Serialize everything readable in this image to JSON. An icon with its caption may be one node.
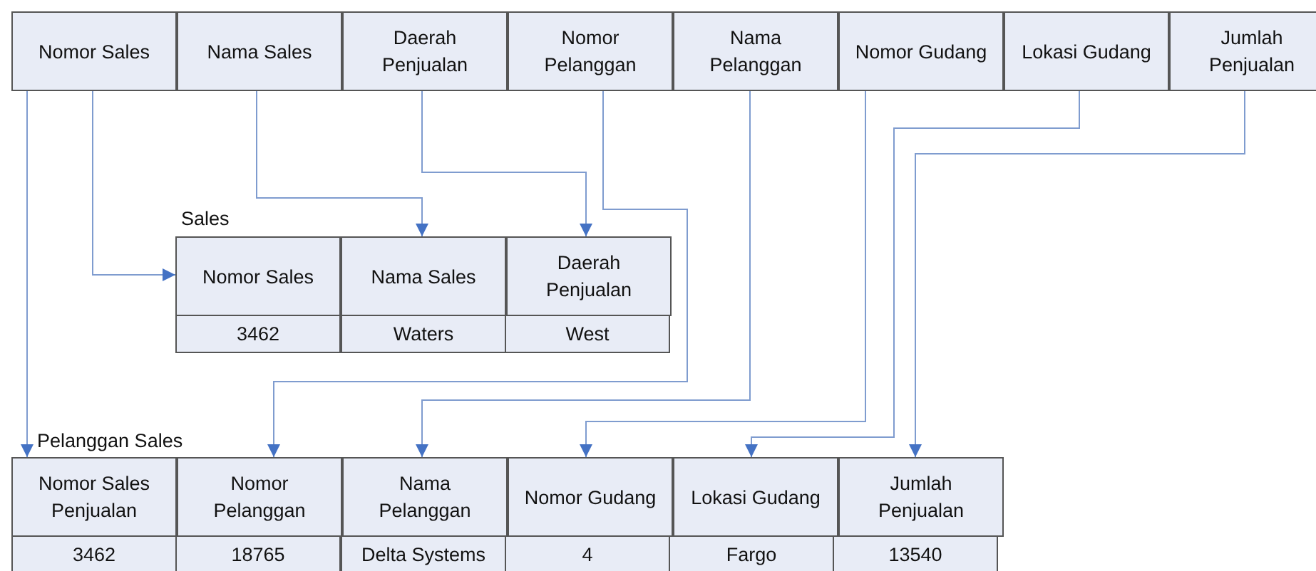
{
  "diagram": {
    "nodes": [
      {
        "text": [
          "Nomor Sales"
        ]
      },
      {
        "text": [
          "Nama Sales"
        ]
      },
      {
        "text": [
          "Daerah Penjualan"
        ]
      },
      {
        "text": [
          "Nomor Pelanggan"
        ]
      },
      {
        "text": [
          "Nama Pelanggan"
        ]
      },
      {
        "text": [
          "Nomor Gudang"
        ]
      },
      {
        "text": [
          "Lokasi Gudang"
        ]
      },
      {
        "text": [
          "Jumlah Penjualan"
        ]
      },
      {
        "text": [
          "Nomor Sales"
        ]
      },
      {
        "text": [
          "Nama Sales"
        ]
      },
      {
        "text": [
          "Daerah Penjualan"
        ]
      },
      {
        "text": [
          "Nomor Sales Penjualan"
        ]
      },
      {
        "text": [
          "Nomor Pelanggan"
        ]
      },
      {
        "text": [
          "Nama Pelanggan"
        ]
      },
      {
        "text": [
          "Nomor Gudang"
        ]
      },
      {
        "text": [
          "Lokasi Gudang"
        ]
      },
      {
        "text": [
          "Jumlah Penjualan"
        ]
      }
    ],
    "edges": [
      {
        "from": 0,
        "to": 11,
        "arrow": "to"
      },
      {
        "from": 0,
        "to": 8,
        "arrow": "to"
      },
      {
        "from": 1,
        "to": 9,
        "arrow": "to"
      },
      {
        "from": 2,
        "to": 10,
        "arrow": "to"
      },
      {
        "from": 3,
        "to": 12,
        "arrow": "to"
      },
      {
        "from": 4,
        "to": 13,
        "arrow": "to"
      },
      {
        "from": 5,
        "to": 14,
        "arrow": "to"
      },
      {
        "from": 6,
        "to": 15,
        "arrow": "to"
      },
      {
        "from": 7,
        "to": 16,
        "arrow": "to"
      }
    ],
    "labels": [
      "Sales",
      "3462",
      "Waters",
      "West",
      "Pelanggan Sales",
      "3462",
      "18765",
      "Delta Systems",
      "4",
      "Fargo",
      "13540"
    ]
  }
}
